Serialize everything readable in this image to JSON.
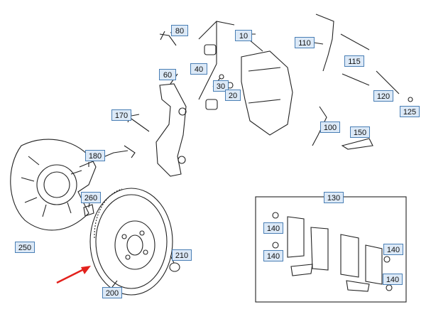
{
  "callouts": {
    "c80": "80",
    "c10": "10",
    "c110": "110",
    "c115": "115",
    "c40": "40",
    "c60": "60",
    "c30": "30",
    "c20": "20",
    "c120": "120",
    "c125": "125",
    "c170": "170",
    "c100": "100",
    "c150": "150",
    "c180": "180",
    "c260": "260",
    "c250": "250",
    "c130": "130",
    "c140a": "140",
    "c140b": "140",
    "c140c": "140",
    "c140d": "140",
    "c210": "210",
    "c200": "200"
  },
  "colors": {
    "callout_fill": "#dce9f7",
    "callout_border": "#4a7fb5",
    "arrow": "#e3211c",
    "line": "#222222"
  }
}
